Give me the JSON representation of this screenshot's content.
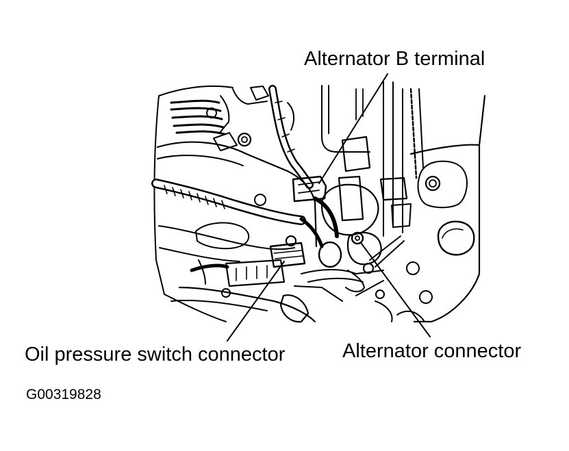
{
  "labels": {
    "alternator_b_terminal": "Alternator B terminal",
    "oil_pressure_switch_connector": "Oil pressure switch connector",
    "alternator_connector": "Alternator connector",
    "figure_id": "G00319828"
  },
  "colors": {
    "ink": "#000000",
    "paper": "#ffffff"
  }
}
